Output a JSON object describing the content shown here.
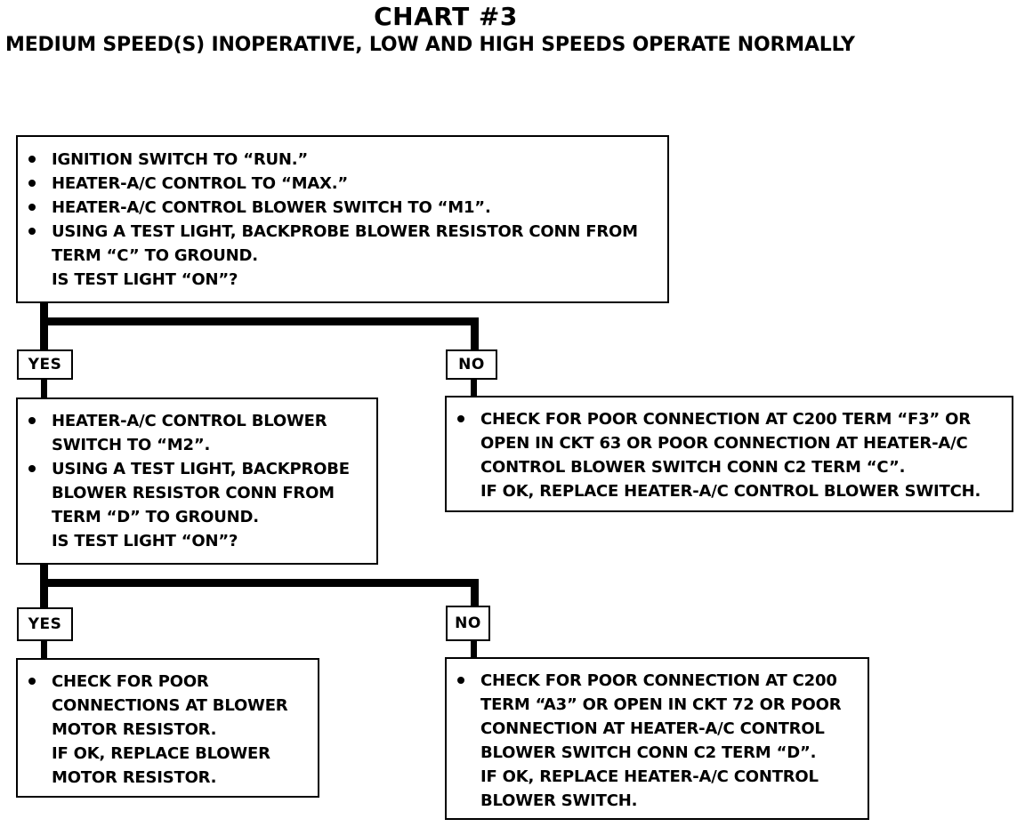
{
  "chart_title": "CHART #3",
  "subtitle": "MEDIUM SPEED(S) INOPERATIVE, LOW AND HIGH SPEEDS OPERATE NORMALLY",
  "step1": {
    "items": [
      "IGNITION SWITCH TO “RUN.”",
      "HEATER-A/C CONTROL TO “MAX.”",
      "HEATER-A/C CONTROL BLOWER SWITCH TO “M1”.",
      "USING A TEST LIGHT, BACKPROBE BLOWER RESISTOR CONN FROM\nTERM “C” TO GROUND."
    ],
    "question": "IS TEST LIGHT “ON”?"
  },
  "branch1": {
    "yes_label": "YES",
    "no_label": "NO"
  },
  "step2_yes": {
    "items": [
      "HEATER-A/C CONTROL BLOWER\nSWITCH TO “M2”.",
      "USING A TEST LIGHT, BACKPROBE\nBLOWER RESISTOR CONN FROM\nTERM “D” TO GROUND."
    ],
    "question": "IS TEST LIGHT “ON”?"
  },
  "step2_no": {
    "items": [
      "CHECK FOR POOR CONNECTION AT C200 TERM “F3” OR\nOPEN IN CKT 63 OR POOR CONNECTION AT HEATER-A/C\nCONTROL BLOWER SWITCH CONN C2 TERM “C”."
    ],
    "note": "IF OK, REPLACE HEATER-A/C CONTROL BLOWER SWITCH."
  },
  "branch2": {
    "yes_label": "YES",
    "no_label": "NO"
  },
  "step3_yes": {
    "items": [
      "CHECK FOR POOR\nCONNECTIONS AT BLOWER\nMOTOR RESISTOR."
    ],
    "note": "IF OK, REPLACE BLOWER\nMOTOR RESISTOR."
  },
  "step3_no": {
    "items": [
      "CHECK FOR POOR CONNECTION AT C200\nTERM “A3” OR OPEN IN CKT 72 OR POOR\nCONNECTION AT HEATER-A/C CONTROL\nBLOWER SWITCH CONN C2 TERM “D”."
    ],
    "note": "IF OK, REPLACE HEATER-A/C CONTROL\nBLOWER SWITCH."
  }
}
